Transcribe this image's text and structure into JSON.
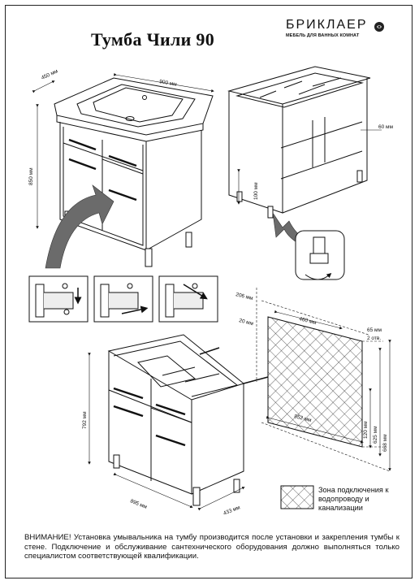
{
  "header": {
    "title": "Тумба Чили 90",
    "brand_name": "БРИКЛАЕР",
    "brand_sub": "МЕБЕЛЬ ДЛЯ ВАННЫХ КОМНАТ"
  },
  "dimensions": {
    "width_450": "450 мм",
    "width_900": "900 мм",
    "height_850": "850 мм",
    "leg_100": "100 мм",
    "side_60": "60 мм",
    "dist_206": "206 мм",
    "dist_20": "20 мм",
    "dist_460": "460 мм",
    "holes_65": "65 мм",
    "holes_count": "2 отв.",
    "dist_852": "852 мм",
    "dist_120": "120 мм",
    "dist_625": "625 мм",
    "dist_668": "668 мм",
    "height_792": "792 мм",
    "width_895": "895 мм",
    "depth_433": "433 мм"
  },
  "legend": {
    "zone_label": "Зона подключения к водопроводу и канализации"
  },
  "notice": {
    "text": "ВНИМАНИЕ! Установка умывальника на тумбу производится после установки и закрепления тумбы к стене. Подключение и обслуживание сантехнического оборудования должно выполняться только специалистом соответствующей квалификации."
  },
  "colors": {
    "line": "#111111",
    "arrow_fill": "#6b6b6b",
    "hatch_area": "#e6e6e6"
  }
}
